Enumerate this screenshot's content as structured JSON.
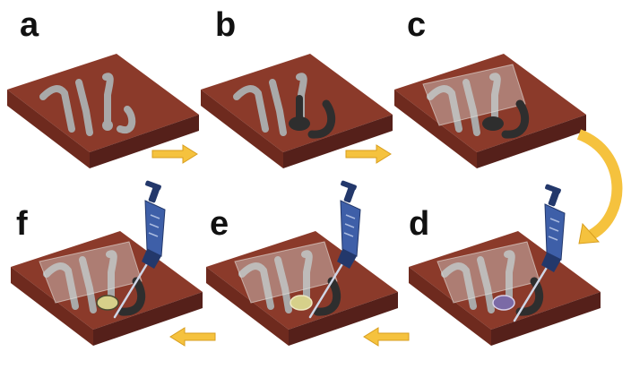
{
  "steps": [
    {
      "label": "a",
      "stage": "bare-electrodes"
    },
    {
      "label": "b",
      "stage": "reference-electrode-painted"
    },
    {
      "label": "c",
      "stage": "insulation-layer"
    },
    {
      "label": "d",
      "stage": "drop-cast-purple"
    },
    {
      "label": "e",
      "stage": "drop-cast-yellow"
    },
    {
      "label": "f",
      "stage": "drop-cast-final"
    }
  ],
  "colors": {
    "substrate_top": "#8B3A2A",
    "substrate_side": "#6E2A1E",
    "substrate_edge": "#55201A",
    "electrode": "#A9A9A9",
    "reference": "#2E2E2E",
    "insulation": "#D8D0CC",
    "drop_purple": "#7B6AA6",
    "drop_yellow": "#D6D08A",
    "arrow": "#F5C23E",
    "arrow_stroke": "#D89E1E",
    "pipette_body": "#3E5FA8",
    "pipette_dark": "#23386B"
  },
  "icons": {
    "process_arrow": "arrow-right-icon",
    "pipette": "pipette-icon"
  }
}
